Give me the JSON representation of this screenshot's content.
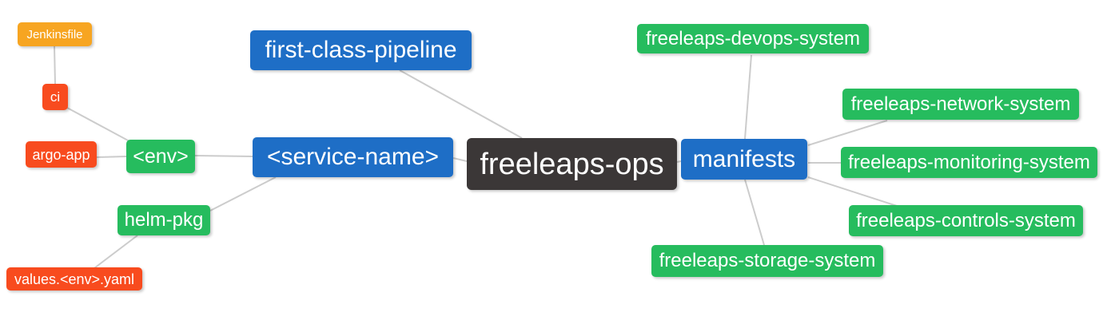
{
  "palette": {
    "root_bg": "#3b3737",
    "branch_blue_bg": "#1e6ec6",
    "leaf_green_bg": "#26bc5e",
    "leaf_red_bg": "#f84b1e",
    "leaf_orange_bg": "#f7a521",
    "edge": "#cccccc",
    "node_text": "#ffffff",
    "canvas_bg": "#ffffff"
  },
  "mindmap": {
    "root": {
      "label": "freeleaps-ops"
    },
    "nodes": {
      "first_class_pipeline": {
        "label": "first-class-pipeline"
      },
      "service_name": {
        "label": "<service-name>"
      },
      "env": {
        "label": "<env>"
      },
      "ci": {
        "label": "ci"
      },
      "jenkinsfile": {
        "label": "Jenkinsfile"
      },
      "argo_app": {
        "label": "argo-app"
      },
      "helm_pkg": {
        "label": "helm-pkg"
      },
      "values_env_yaml": {
        "label": "values.<env>.yaml"
      },
      "manifests": {
        "label": "manifests"
      },
      "devops_system": {
        "label": "freeleaps-devops-system"
      },
      "network_system": {
        "label": "freeleaps-network-system"
      },
      "monitoring_system": {
        "label": "freeleaps-monitoring-system"
      },
      "controls_system": {
        "label": "freeleaps-controls-system"
      },
      "storage_system": {
        "label": "freeleaps-storage-system"
      }
    },
    "edges": [
      {
        "from": "Jenkinsfile",
        "to": "ci"
      },
      {
        "from": "ci",
        "to": "<env>"
      },
      {
        "from": "argo-app",
        "to": "<env>"
      },
      {
        "from": "<env>",
        "to": "<service-name>"
      },
      {
        "from": "helm-pkg",
        "to": "<service-name>"
      },
      {
        "from": "values.<env>.yaml",
        "to": "helm-pkg"
      },
      {
        "from": "first-class-pipeline",
        "to": "freeleaps-ops"
      },
      {
        "from": "<service-name>",
        "to": "freeleaps-ops"
      },
      {
        "from": "freeleaps-ops",
        "to": "manifests"
      },
      {
        "from": "manifests",
        "to": "freeleaps-devops-system"
      },
      {
        "from": "manifests",
        "to": "freeleaps-network-system"
      },
      {
        "from": "manifests",
        "to": "freeleaps-monitoring-system"
      },
      {
        "from": "manifests",
        "to": "freeleaps-controls-system"
      },
      {
        "from": "manifests",
        "to": "freeleaps-storage-system"
      }
    ]
  }
}
